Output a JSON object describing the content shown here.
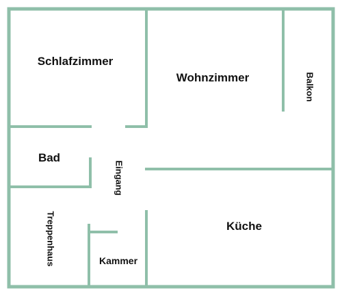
{
  "floorplan": {
    "wall_color": "#8fbfa9",
    "rooms": {
      "schlafzimmer": "Schlafzimmer",
      "wohnzimmer": "Wohnzimmer",
      "balkon": "Balkon",
      "bad": "Bad",
      "eingang": "Eingang",
      "treppenhaus": "Treppenhaus",
      "kammer": "Kammer",
      "kueche": "Küche"
    }
  }
}
